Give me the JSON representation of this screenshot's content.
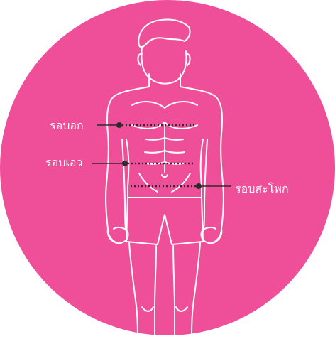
{
  "colors": {
    "background": "#ffffff",
    "circle": "#ef4f99",
    "outline": "#ffffff",
    "marker": "#2b2b2b"
  },
  "measurements": [
    {
      "label": "รอบอก"
    },
    {
      "label": "รอบเอว"
    },
    {
      "label": "รอบสะโพก"
    }
  ]
}
